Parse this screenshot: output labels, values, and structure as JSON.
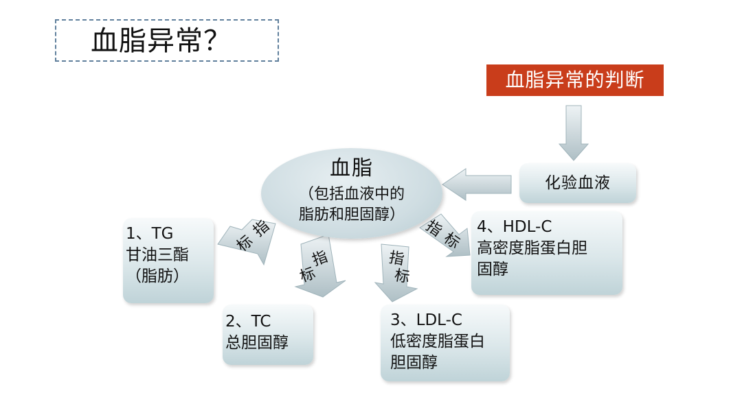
{
  "title": "血脂异常？",
  "banner": "血脂异常的判断",
  "test_box": "化验血液",
  "center": {
    "title": "血脂",
    "sub_line1": "（包括血液中的",
    "sub_line2": "脂肪和胆固醇）"
  },
  "arrow_label": {
    "char1": "指",
    "char2": "标"
  },
  "boxes": {
    "tg": {
      "line1": "1、TG",
      "line2": "甘油三酯",
      "line3": "（脂肪）"
    },
    "tc": {
      "line1": "2、TC",
      "line2": "总胆固醇"
    },
    "ldl": {
      "line1": "3、LDL-C",
      "line2": "低密度脂蛋白",
      "line3": "胆固醇"
    },
    "hdl": {
      "line1": "4、HDL-C",
      "line2": "高密度脂蛋白胆",
      "line3": "固醇"
    }
  },
  "colors": {
    "banner": "#c93d1b",
    "box_fill": "#dbe7ea",
    "title_border": "#5f7f9c"
  }
}
